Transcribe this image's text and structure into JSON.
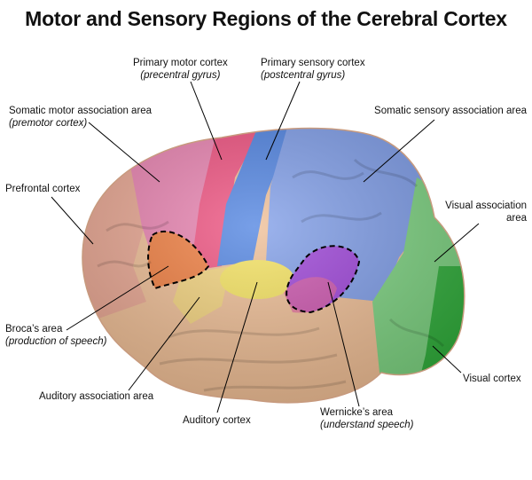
{
  "title": "Motor and Sensory Regions of the Cerebral Cortex",
  "labels": {
    "primary_motor": {
      "name": "Primary motor cortex",
      "sub": "(precentral gyrus)"
    },
    "primary_sensory": {
      "name": "Primary sensory cortex",
      "sub": "(postcentral gyrus)"
    },
    "somatic_motor_assoc": {
      "name": "Somatic motor association area",
      "sub": "(premotor cortex)"
    },
    "somatic_sensory_assoc": {
      "name": "Somatic sensory association area"
    },
    "prefrontal": {
      "name": "Prefrontal cortex"
    },
    "visual_assoc": {
      "line1": "Visual association",
      "line2": "area"
    },
    "brocas": {
      "name": "Broca’s area",
      "sub": "(production of speech)"
    },
    "auditory_assoc": {
      "name": "Auditory association area"
    },
    "auditory_cortex": {
      "name": "Auditory cortex"
    },
    "wernickes": {
      "name": "Wernicke’s area",
      "sub": "(understand speech)"
    },
    "visual_cortex": {
      "name": "Visual cortex"
    }
  },
  "colors": {
    "prefrontal": "#e8a48f",
    "premotor": "#e87fae",
    "motor": "#ee4b7b",
    "sensory": "#4a7fe0",
    "sensory_assoc": "#7c9be8",
    "visual_assoc": "#7bd27f",
    "visual": "#2fae3a",
    "temporal": "#eebc92",
    "auditory": "#f5e25a",
    "auditory_assoc": "#f3d27a",
    "broca": "#f07a3a",
    "wernicke": "#9b3fd8"
  }
}
